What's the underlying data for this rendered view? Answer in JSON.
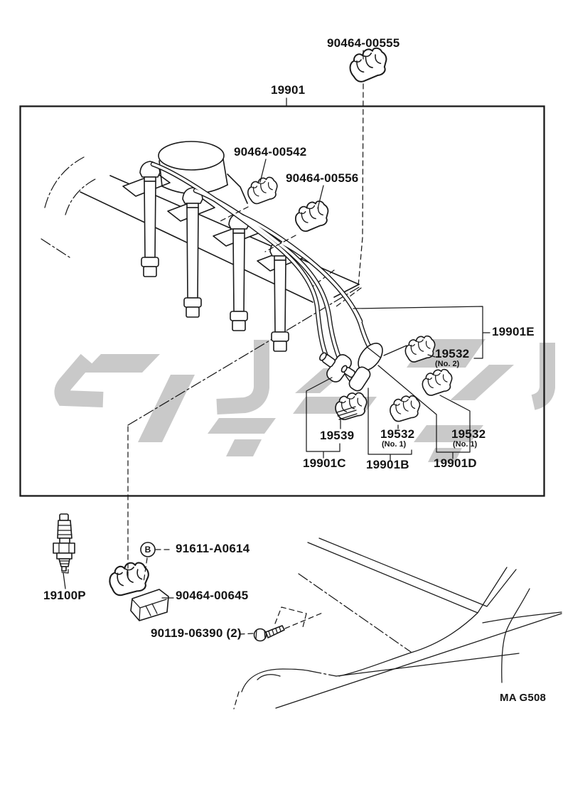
{
  "page": {
    "background": "#ffffff",
    "ink": "#1a1a1a",
    "watermark_color": "#c9c9c9",
    "code": "MA G508"
  },
  "labels": {
    "clamp_00555": "90464-00555",
    "harness_19901": "19901",
    "clamp_00542": "90464-00542",
    "clamp_00556": "90464-00556",
    "cord_19901E": "19901E",
    "clamp_19532_no2": {
      "num": "19532",
      "sub": "(No. 2)"
    },
    "clamp_19539": "19539",
    "clamp_19532_no1_mid": {
      "num": "19532",
      "sub": "(No. 1)"
    },
    "clamp_19532_no1_right": {
      "num": "19532",
      "sub": "(No. 1)"
    },
    "cord_19901C": "19901C",
    "cord_19901B": "19901B",
    "cord_19901D": "19901D",
    "spark_plug_19100P": "19100P",
    "bolt_91611": "91611-A0614",
    "callout_b": "B",
    "clamp_00645": "90464-00645",
    "screw_90119": "90119-06390 (2)"
  }
}
